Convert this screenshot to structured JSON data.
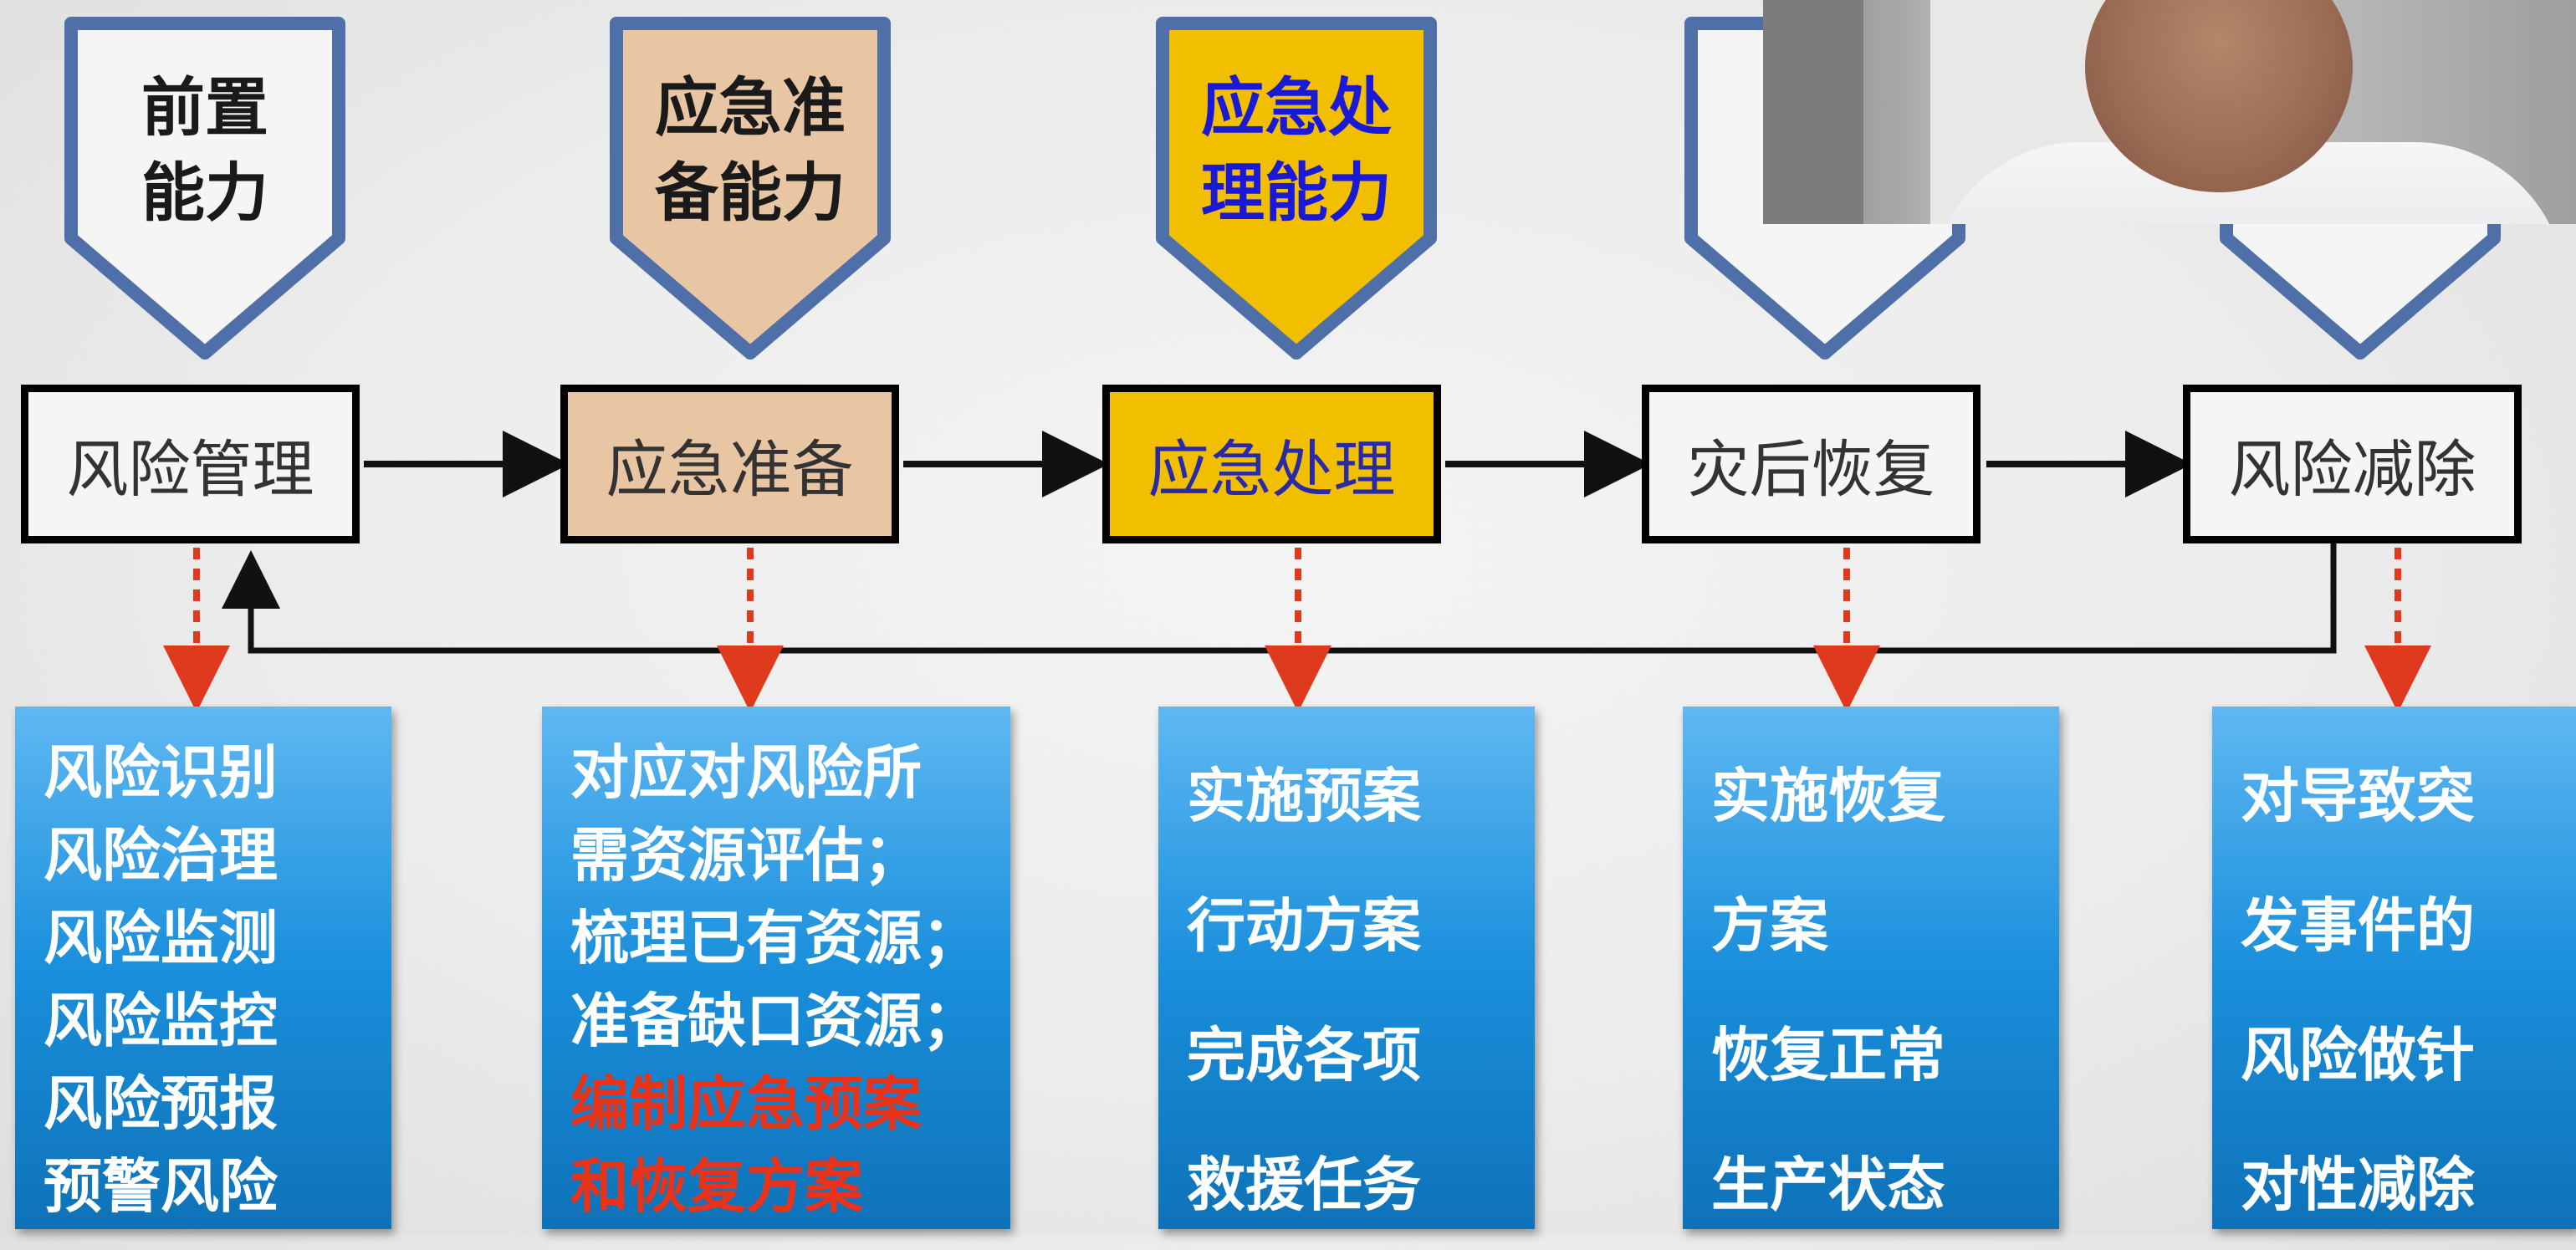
{
  "banners": [
    {
      "id": "front",
      "text": "前置\n能力",
      "fill": "#f5f5f5",
      "text_color": "#1a1a1a"
    },
    {
      "id": "prep",
      "text": "应急准\n备能力",
      "fill": "#e9c6a3",
      "text_color": "#1a1a1a"
    },
    {
      "id": "handle",
      "text": "应急处\n理能力",
      "fill": "#f2be00",
      "text_color": "#1a1ad6"
    },
    {
      "id": "recover",
      "text": "",
      "fill": "#f5f5f5",
      "text_color": "#1a1a1a"
    },
    {
      "id": "reduce",
      "text": "",
      "fill": "#f5f5f5",
      "text_color": "#1a1a1a"
    }
  ],
  "stages": [
    {
      "id": "risk-management",
      "label": "风险管理",
      "fill": "#f5f5f5",
      "text_color": "#333333"
    },
    {
      "id": "emergency-prep",
      "label": "应急准备",
      "fill": "#e9c6a3",
      "text_color": "#333333"
    },
    {
      "id": "emergency-handling",
      "label": "应急处理",
      "fill": "#f2be00",
      "text_color": "#2a2aa8"
    },
    {
      "id": "post-disaster-recovery",
      "label": "灾后恢复",
      "fill": "#f5f5f5",
      "text_color": "#333333"
    },
    {
      "id": "risk-reduction",
      "label": "风险减除",
      "fill": "#f5f5f5",
      "text_color": "#333333"
    }
  ],
  "details": [
    {
      "id": "risk-management",
      "line_height": 99,
      "lines": [
        {
          "text": "风险识别"
        },
        {
          "text": "风险治理"
        },
        {
          "text": "风险监测"
        },
        {
          "text": "风险监控"
        },
        {
          "text": "风险预报"
        },
        {
          "text": "预警风险"
        }
      ]
    },
    {
      "id": "emergency-prep",
      "line_height": 99,
      "lines": [
        {
          "text": "对应对风险所"
        },
        {
          "text": "需资源评估；"
        },
        {
          "text": "梳理已有资源；"
        },
        {
          "text": "准备缺口资源；"
        },
        {
          "text": "编制应急预案",
          "red": true
        },
        {
          "text": "和恢复方案",
          "red": true
        }
      ]
    },
    {
      "id": "emergency-handling",
      "line_height": 155,
      "lines": [
        {
          "text": "实施预案"
        },
        {
          "text": "行动方案"
        },
        {
          "text": "完成各项"
        },
        {
          "text": "救援任务"
        }
      ]
    },
    {
      "id": "post-disaster-recovery",
      "line_height": 155,
      "lines": [
        {
          "text": "实施恢复"
        },
        {
          "text": "方案"
        },
        {
          "text": "恢复正常"
        },
        {
          "text": "生产状态"
        }
      ]
    },
    {
      "id": "risk-reduction",
      "line_height": 155,
      "lines": [
        {
          "text": "对导致突"
        },
        {
          "text": "发事件的"
        },
        {
          "text": "风险做针"
        },
        {
          "text": "对性减除"
        }
      ]
    }
  ],
  "colors": {
    "banner_border": "#4f6fa8",
    "arrow": "#111111",
    "dashed_arrow": "#e03a1e",
    "detail_fill": "#1a8fdc"
  },
  "webcam": {
    "label": "presenter video overlay"
  }
}
